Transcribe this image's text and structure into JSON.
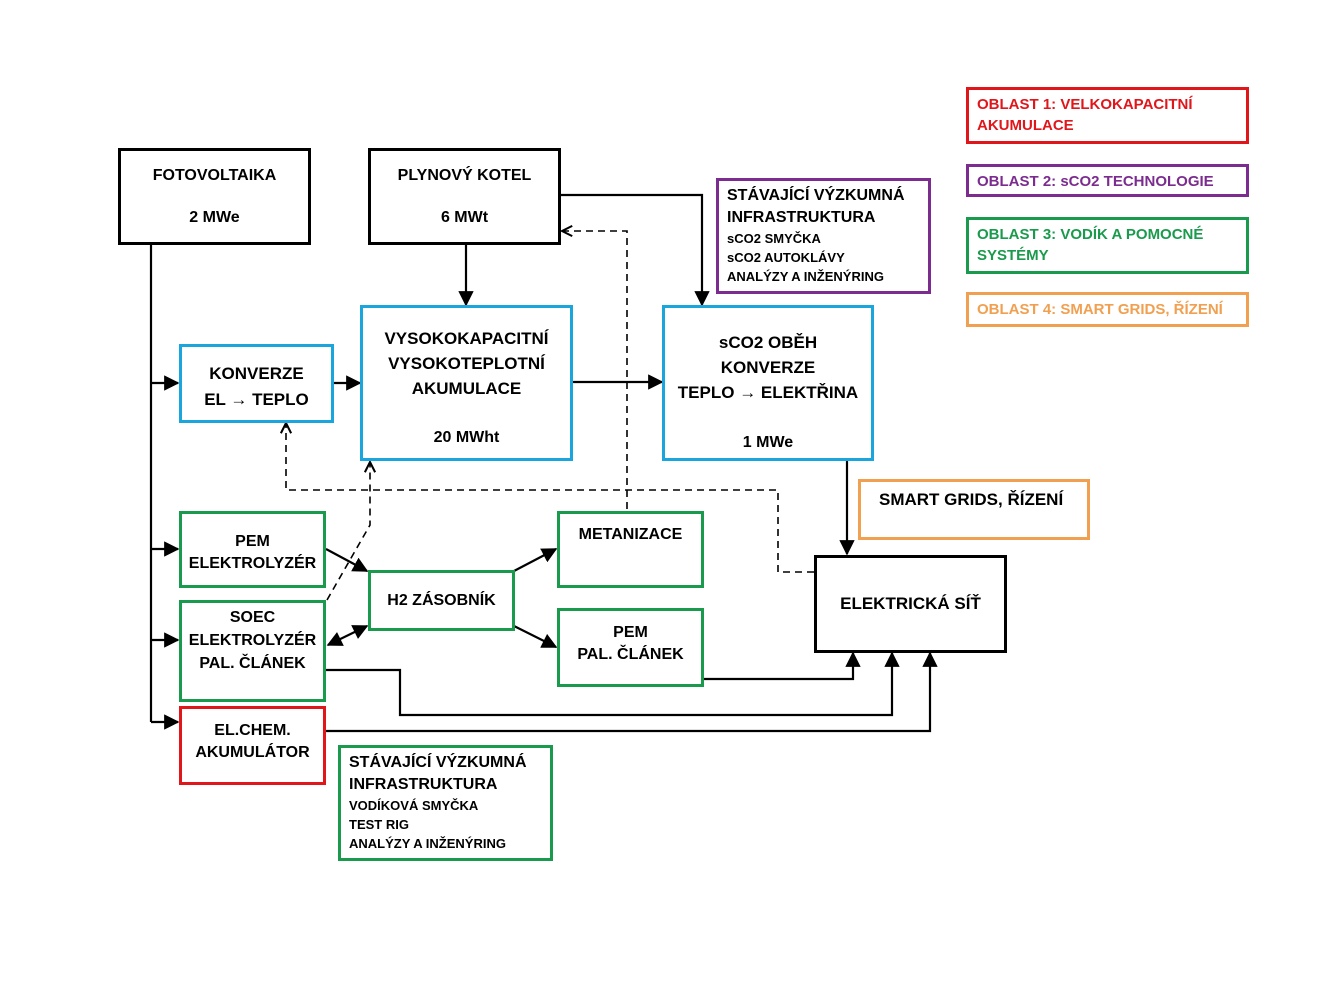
{
  "colors": {
    "black": "#000000",
    "blue": "#1aa6dc",
    "green": "#1a9a4c",
    "red": "#e0161b",
    "purple": "#7b2c8e",
    "orange": "#f0a050"
  },
  "legend": {
    "area1": "OBLAST 1: VELKOKAPACITNÍ AKUMULACE",
    "area2": "OBLAST 2: sCO2 TECHNOLOGIE",
    "area3": "OBLAST 3: VODÍK A POMOCNÉ SYSTÉMY",
    "area4": "OBLAST 4: SMART GRIDS, ŘÍZENÍ"
  },
  "nodes": {
    "fotovoltaika": {
      "title": "FOTOVOLTAIKA",
      "value": "2 MWe"
    },
    "plynovy_kotel": {
      "title": "PLYNOVÝ KOTEL",
      "value": "6 MWt"
    },
    "konverze": {
      "line1": "KONVERZE",
      "line2": "EL → TEPLO"
    },
    "akumulace": {
      "line1": "VYSOKOKAPACITNÍ",
      "line2": "VYSOKOTEPLOTNÍ",
      "line3": "AKUMULACE",
      "value": "20 MWht"
    },
    "sco2_obeh": {
      "line1": "sCO2 OBĚH",
      "line2": "KONVERZE",
      "line3": "TEPLO → ELEKTŘINA",
      "value": "1 MWe"
    },
    "infra_sco2": {
      "line1": "STÁVAJÍCÍ VÝZKUMNÁ",
      "line2": "INFRASTRUKTURA",
      "item1": "sCO2 SMYČKA",
      "item2": "sCO2 AUTOKLÁVY",
      "item3": "ANALÝZY A INŽENÝRING"
    },
    "smart_grids": "SMART GRIDS, ŘÍZENÍ",
    "pem_elektrolyzer": {
      "line1": "PEM",
      "line2": "ELEKTROLYZÉR"
    },
    "soec": {
      "line1": "SOEC",
      "line2": "ELEKTROLYZÉR",
      "line3": "PAL. ČLÁNEK"
    },
    "h2_zasobnik": "H2 ZÁSOBNÍK",
    "metanizace": "METANIZACE",
    "pem_clanek": {
      "line1": "PEM",
      "line2": "PAL. ČLÁNEK"
    },
    "elektricka_sit": "ELEKTRICKÁ SÍŤ",
    "el_chem": {
      "line1": "EL.CHEM.",
      "line2": "AKUMULÁTOR"
    },
    "infra_h2": {
      "line1": "STÁVAJÍCÍ VÝZKUMNÁ",
      "line2": "INFRASTRUKTURA",
      "item1": "VODÍKOVÁ SMYČKA",
      "item2": "TEST RIG",
      "item3": "ANALÝZY A INŽENÝRING"
    }
  }
}
